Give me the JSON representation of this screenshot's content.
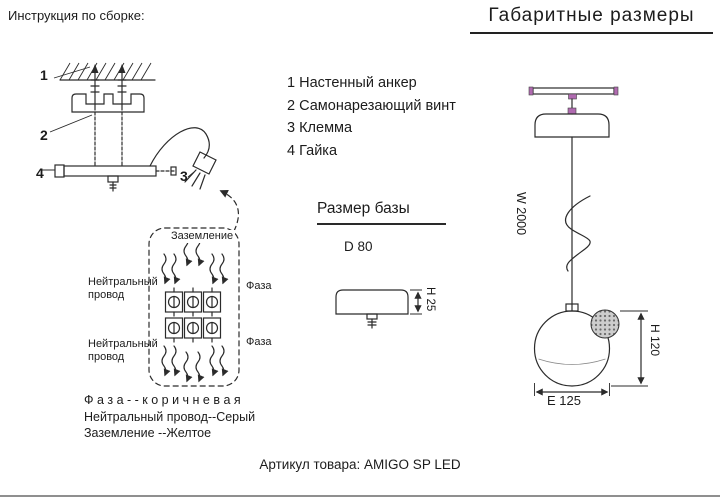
{
  "header": {
    "assembly_title": "Инструкция по сборке:",
    "dimensions_title": "Габаритные размеры"
  },
  "parts": {
    "items": [
      "1 Настенный анкер",
      "2 Самонарезающий винт",
      "3 Клемма",
      "4 Гайка"
    ]
  },
  "assembly": {
    "callout_1": "1",
    "callout_2": "2",
    "callout_3": "3",
    "callout_4": "4"
  },
  "wiring": {
    "ground": "Заземление",
    "neutral_top": "Нейтральный\nпровод",
    "phase_top": "Фаза",
    "neutral_bottom": "Нейтральный\nпровод",
    "phase_bottom": "Фаза",
    "legend": [
      "Ф а з а - - к о р и ч н е в а я",
      "Нейтральный провод--Серый",
      "Заземление --Желтое"
    ]
  },
  "base": {
    "title": "Размер базы",
    "diameter_label": "D 80",
    "height_label": "H 25"
  },
  "lamp": {
    "wire_label": "W 2000",
    "height_label": "H 120",
    "width_label": "E 125"
  },
  "footer": {
    "article": "Артикул товара: AMIGO SP LED"
  },
  "colors": {
    "line": "#2b2b2b",
    "accent": "#b06ab0"
  }
}
